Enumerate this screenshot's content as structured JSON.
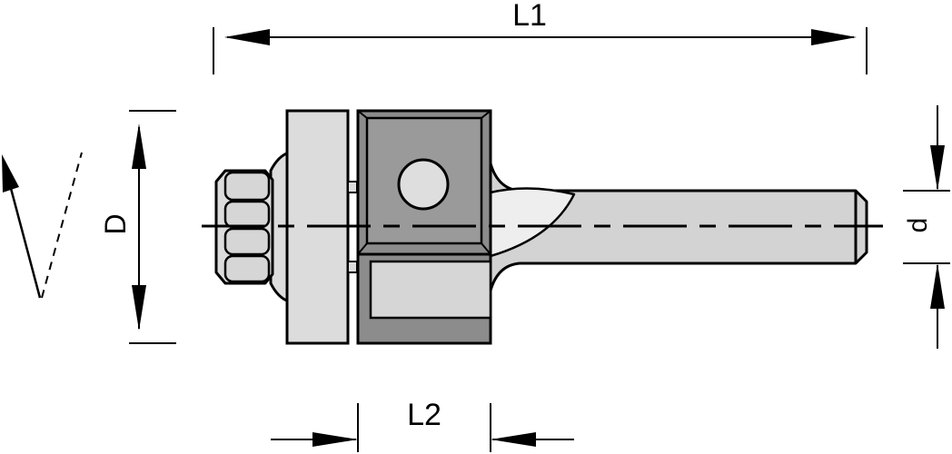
{
  "dimension_labels": {
    "overall_length": "L1",
    "cutting_length": "L2",
    "cutting_diameter": "D",
    "shank_diameter": "d"
  },
  "colors": {
    "outline": "#000000",
    "light_part": "#dcdcdc",
    "insert_dark": "#8c8c8c",
    "insert_face": "#9a9a9a",
    "shank": "#d3d3d3",
    "hole": "#dedede"
  }
}
